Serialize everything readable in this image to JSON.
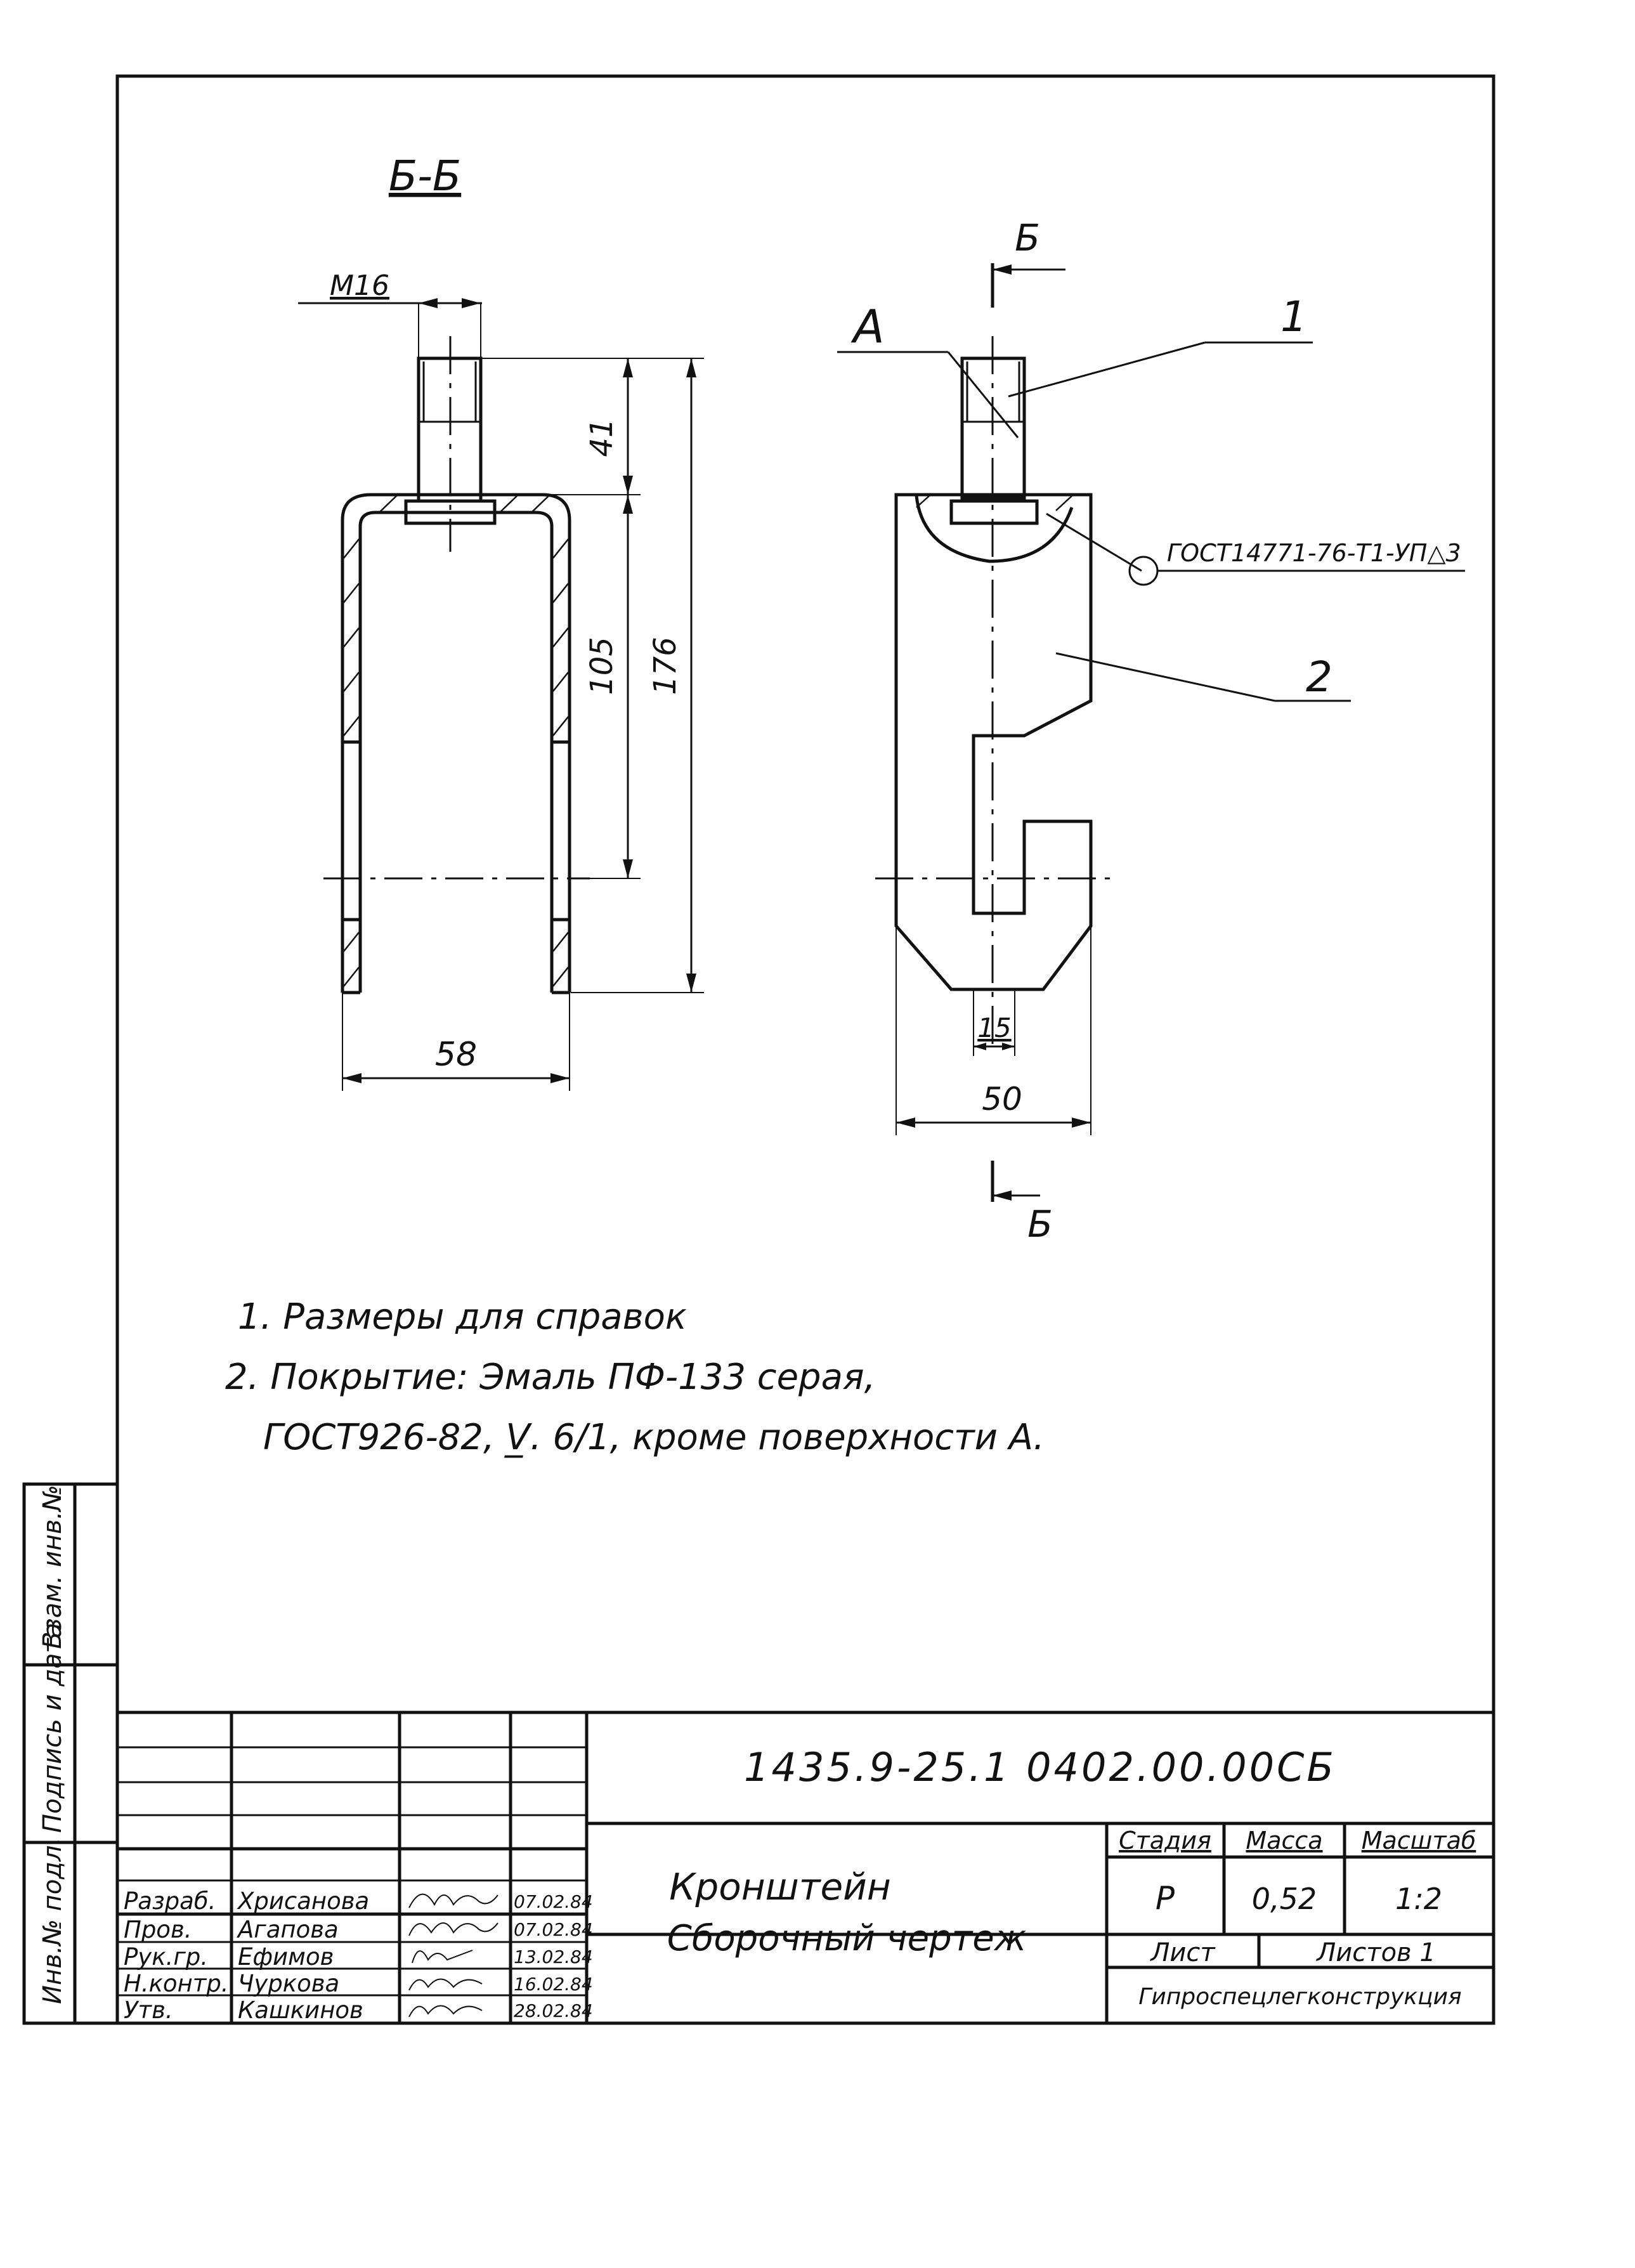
{
  "drawing": {
    "section_label": "Б-Б",
    "view_marks": [
      "Б",
      "Б"
    ],
    "surface_label": "А",
    "thread_label": "М16",
    "dimensions": {
      "d41": "41",
      "d105": "105",
      "d176": "176",
      "d58": "58",
      "d50": "50",
      "d15": "15"
    },
    "callouts": {
      "part1": "1",
      "part2": "2",
      "weld": "ГОСТ14771-76-Т1-УП△3"
    },
    "notes": [
      "1. Размеры для справок",
      "2. Покрытие: Эмаль ПФ-133 серая,",
      "ГОСТ926-82, V̲. 6/1, кроме поверхности А."
    ]
  },
  "title_block": {
    "document_code": "1435.9-25.1 0402.00.00СБ",
    "title_line1": "Кронштейн",
    "title_line2": "Сборочный чертеж",
    "headers": {
      "stage": "Стадия",
      "mass": "Масса",
      "scale": "Масштаб"
    },
    "values": {
      "stage": "Р",
      "mass": "0,52",
      "scale": "1:2"
    },
    "sheet": "Лист",
    "sheets": "Листов 1",
    "organization": "Гипроспецлегконструкция",
    "signatures": [
      {
        "role": "Разраб.",
        "name": "Хрисанова",
        "date": "07.02.84"
      },
      {
        "role": "Пров.",
        "name": "Агапова",
        "date": "07.02.84"
      },
      {
        "role": "Рук.гр.",
        "name": "Ефимов",
        "date": "13.02.84"
      },
      {
        "role": "Н.контр.",
        "name": "Чуркова",
        "date": "16.02.84"
      },
      {
        "role": "Утв.",
        "name": "Кашкинов",
        "date": "28.02.84"
      }
    ]
  },
  "side_stamp": {
    "left_labels": [
      "Инв.№ подл.",
      "Подпись и дата",
      "Взам. инв.№"
    ]
  }
}
